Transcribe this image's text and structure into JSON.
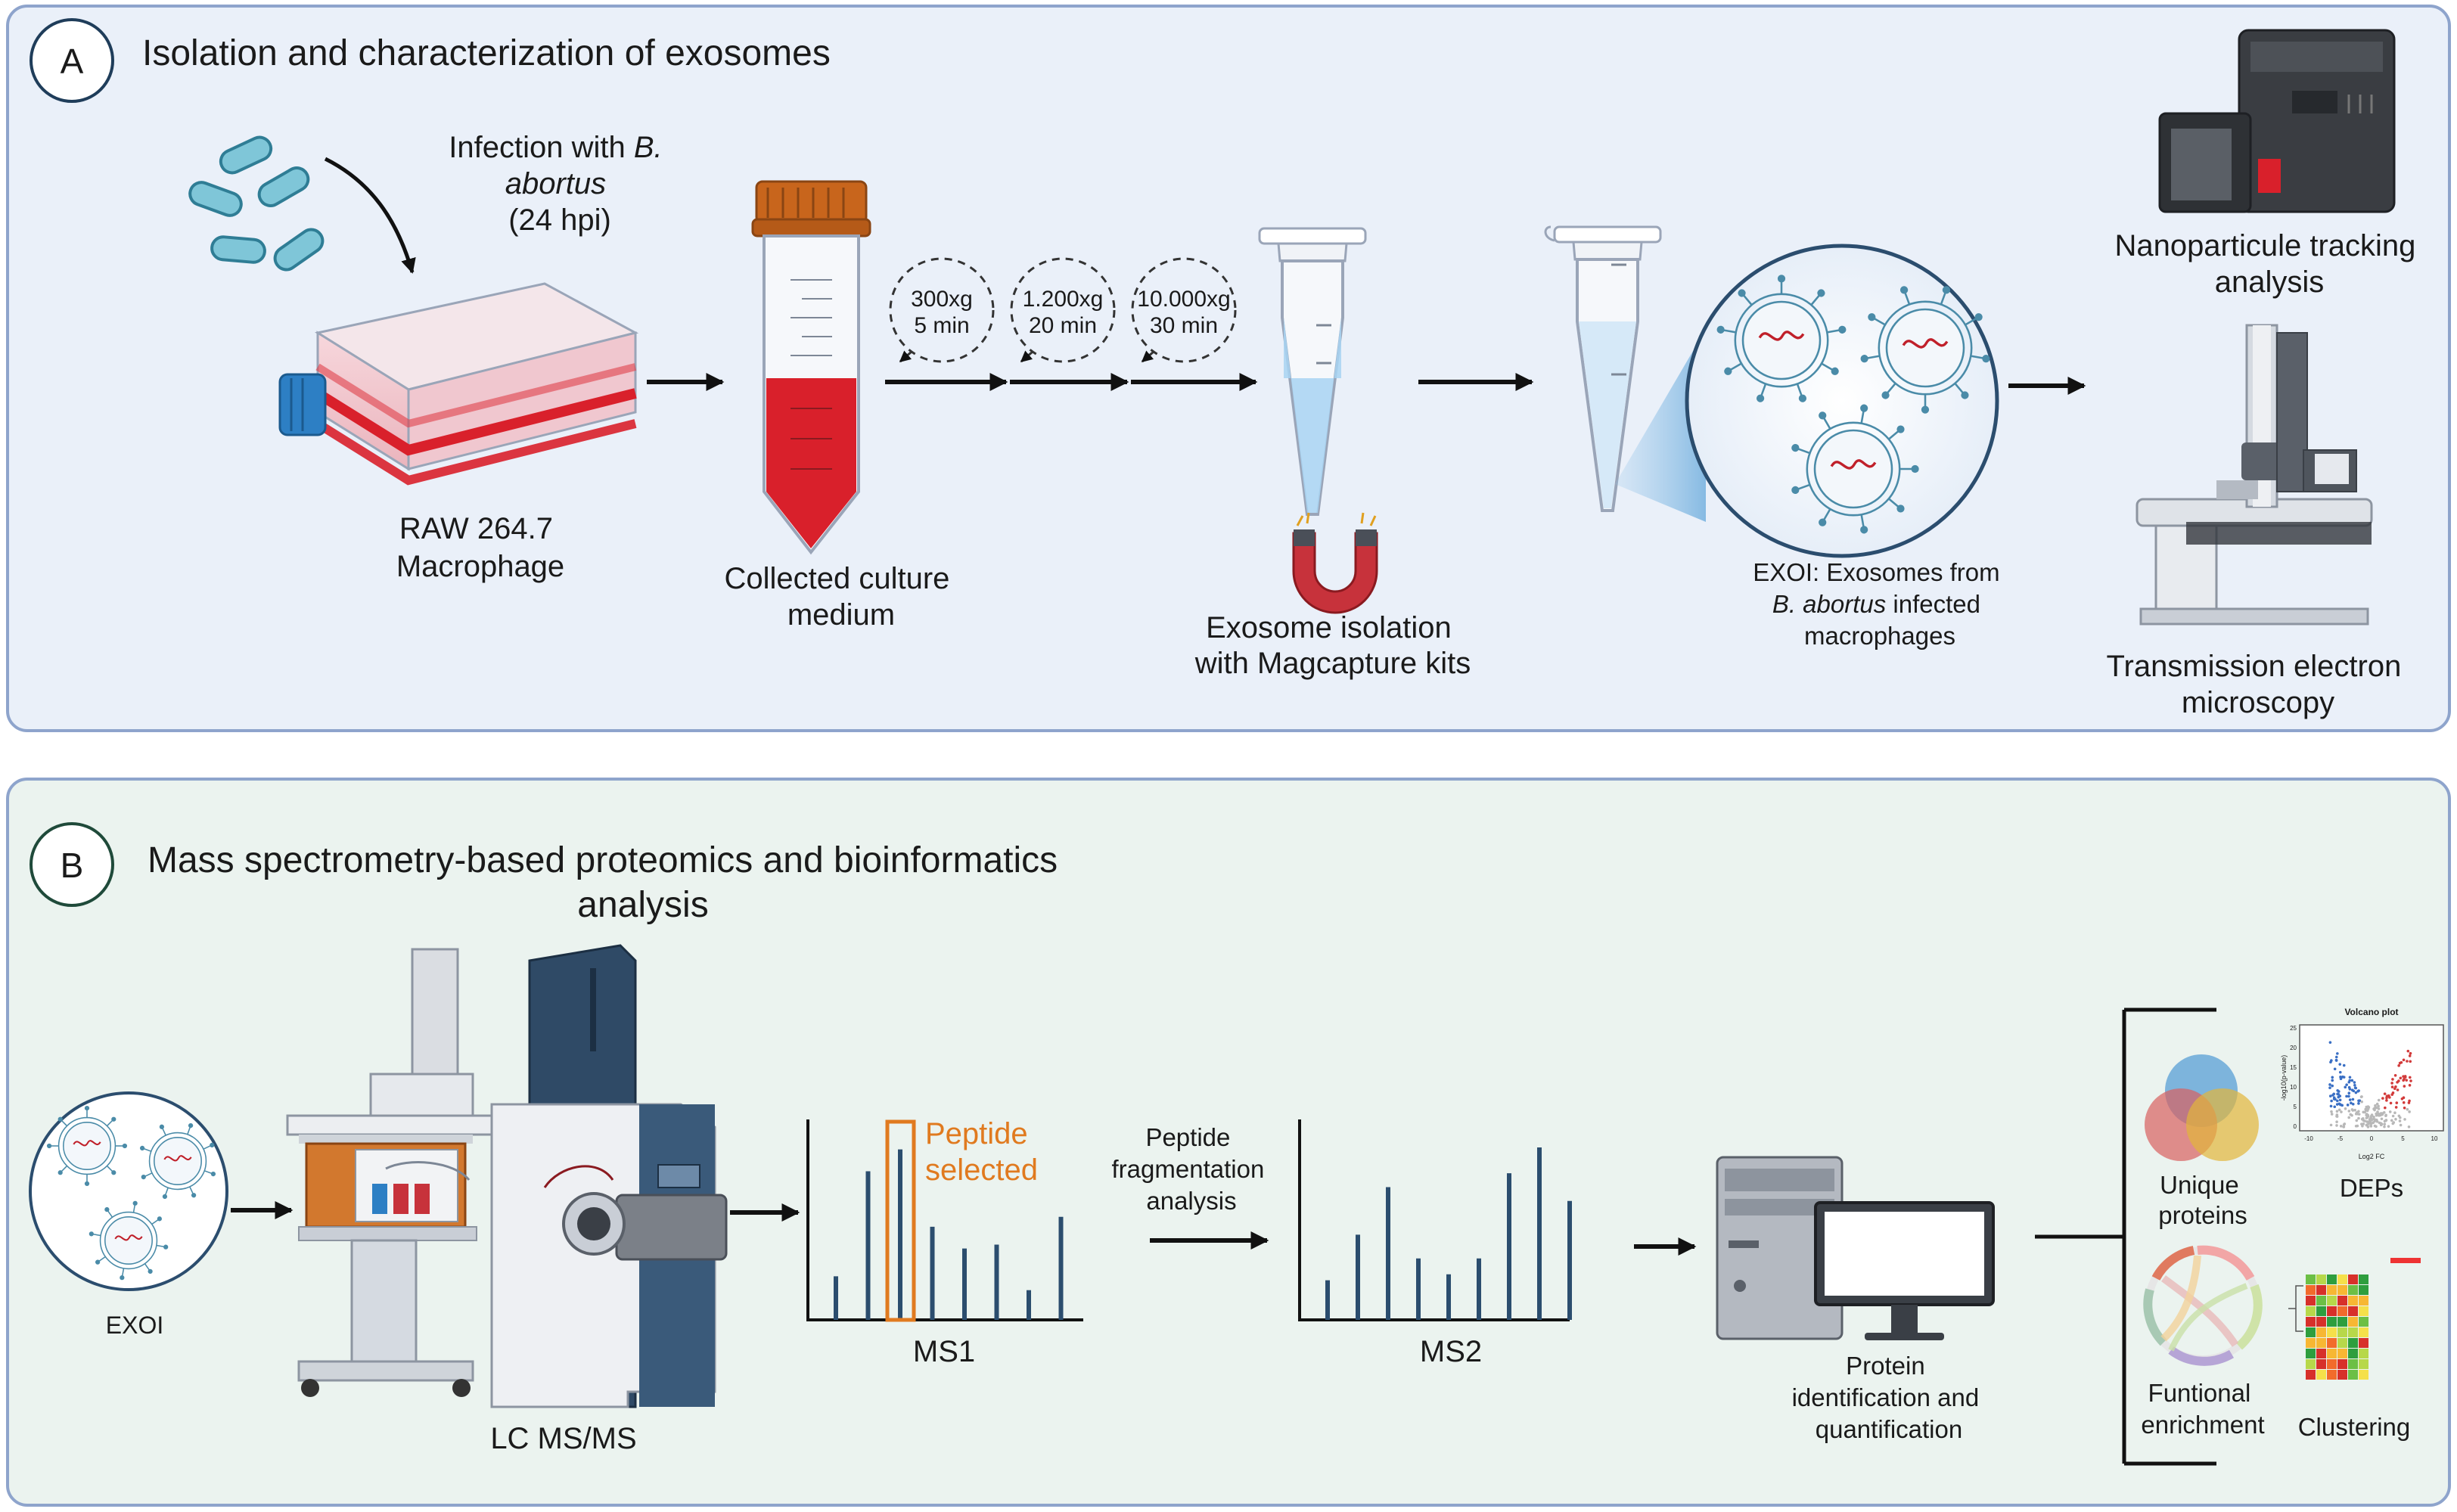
{
  "panelA": {
    "letter": "A",
    "title": "Isolation and characterization of exosomes",
    "infection": {
      "line1a": "Infection with ",
      "line1b": "B.",
      "line2": "abortus",
      "line3": "(24 hpi)"
    },
    "macrophage": {
      "line1": "RAW 264.7",
      "line2": "Macrophage"
    },
    "culture": {
      "line1": "Collected culture",
      "line2": "medium"
    },
    "spins": [
      {
        "force": "300xg",
        "time": "5 min"
      },
      {
        "force": "1.200xg",
        "time": "20 min"
      },
      {
        "force": "10.000xg",
        "time": "30 min"
      }
    ],
    "isolation": {
      "line1": "Exosome isolation",
      "line2": "with Magcapture kits"
    },
    "exoi": {
      "line1": "EXOI: Exosomes from",
      "line2a": "B. abortus",
      "line2b": " infected",
      "line3": "macrophages"
    },
    "nta": {
      "line1": "Nanoparticule tracking",
      "line2": "analysis"
    },
    "tem": {
      "line1": "Transmission electron",
      "line2": "microscopy"
    }
  },
  "panelB": {
    "letter": "B",
    "title_line1": "Mass spectrometry-based proteomics and bioinformatics",
    "title_line2": "analysis",
    "exoi_label": "EXOI",
    "lcms_label": "LC MS/MS",
    "peptide": {
      "line1": "Peptide",
      "line2": "selected"
    },
    "ms1_label": "MS1",
    "ms1_peaks": [
      0.22,
      0.75,
      0.86,
      0.47,
      0.36,
      0.38,
      0.15,
      0.52
    ],
    "fragmentation": {
      "line1": "Peptide",
      "line2": "fragmentation",
      "line3": "analysis"
    },
    "ms2_label": "MS2",
    "ms2_peaks": [
      0.2,
      0.43,
      0.67,
      0.31,
      0.23,
      0.31,
      0.74,
      0.87,
      0.6
    ],
    "protein": {
      "line1": "Protein",
      "line2": "identification and",
      "line3": "quantification"
    },
    "results": {
      "unique": {
        "line1": "Unique",
        "line2": "proteins"
      },
      "deps": "DEPs",
      "volcano_title": "Volcano plot",
      "volcano_xlabel": "Log2 FC",
      "volcano_ylabel": "-log10(p-value)",
      "volcano_xticks": [
        "-10",
        "-5",
        "0",
        "5",
        "10"
      ],
      "volcano_yticks": [
        "0",
        "5",
        "10",
        "15",
        "20",
        "25"
      ],
      "enrichment": {
        "line1": "Funtional",
        "line2": "enrichment"
      },
      "clustering": "Clustering"
    }
  },
  "colors": {
    "panelA_bg": "#eaf0f9",
    "panelA_border": "#8ea4cc",
    "panelB_bg": "#ebf3ef",
    "panelB_border": "#8ea4cc",
    "bar_blue": "#2b4d6e",
    "highlight_orange": "#e07a1f",
    "medium_red": "#d9202b",
    "cap_orange": "#c8651c",
    "exosome_teal": "#4a8ba8"
  }
}
